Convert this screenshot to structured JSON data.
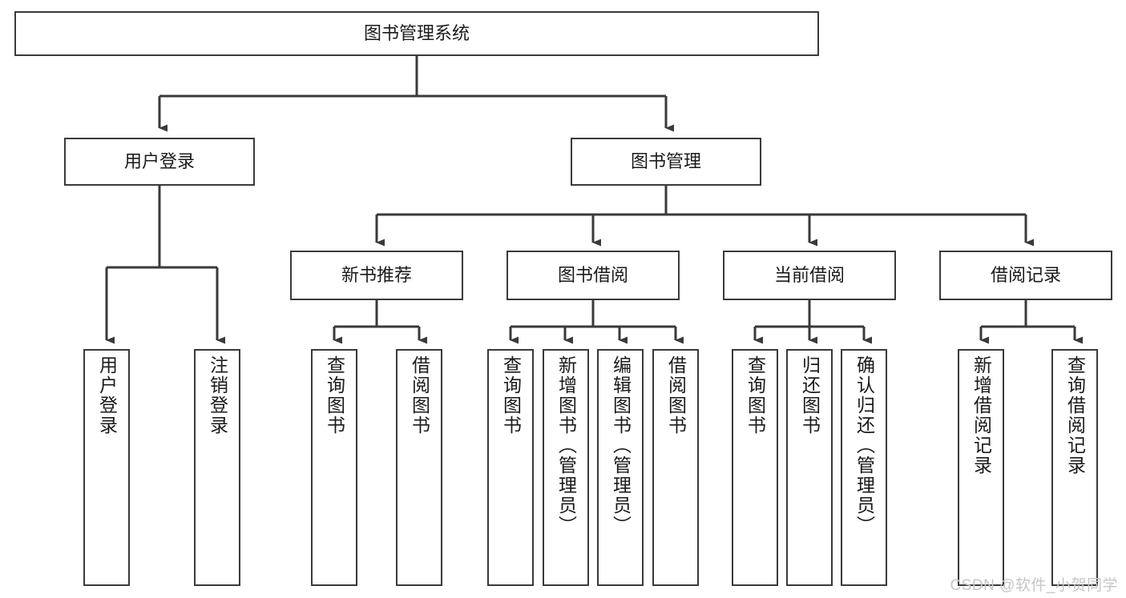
{
  "diagram": {
    "title": "图书管理系统",
    "type": "tree-hierarchy",
    "root": {
      "label": "图书管理系统"
    },
    "level2": [
      {
        "label": "用户登录"
      },
      {
        "label": "图书管理"
      }
    ],
    "level3": [
      {
        "label": "新书推荐"
      },
      {
        "label": "图书借阅"
      },
      {
        "label": "当前借阅"
      },
      {
        "label": "借阅记录"
      }
    ],
    "leaves": {
      "user_login": [
        {
          "label": "用户登录"
        },
        {
          "label": "注销登录"
        }
      ],
      "new_book_recommend": [
        {
          "label": "查询图书"
        },
        {
          "label": "借阅图书"
        }
      ],
      "book_borrow": [
        {
          "label": "查询图书"
        },
        {
          "label": "新增图书（管理员）"
        },
        {
          "label": "编辑图书（管理员）"
        },
        {
          "label": "借阅图书"
        }
      ],
      "current_borrow": [
        {
          "label": "查询图书"
        },
        {
          "label": "归还图书"
        },
        {
          "label": "确认归还（管理员）"
        }
      ],
      "borrow_record": [
        {
          "label": "新增借阅记录"
        },
        {
          "label": "查询借阅记录"
        }
      ]
    }
  },
  "watermark": {
    "text": "CSDN @软件_小贺同学"
  },
  "colors": {
    "border": "#3a3a3a",
    "text": "#1a1a1a",
    "background": "#ffffff",
    "watermark": "#c6c6c6"
  }
}
